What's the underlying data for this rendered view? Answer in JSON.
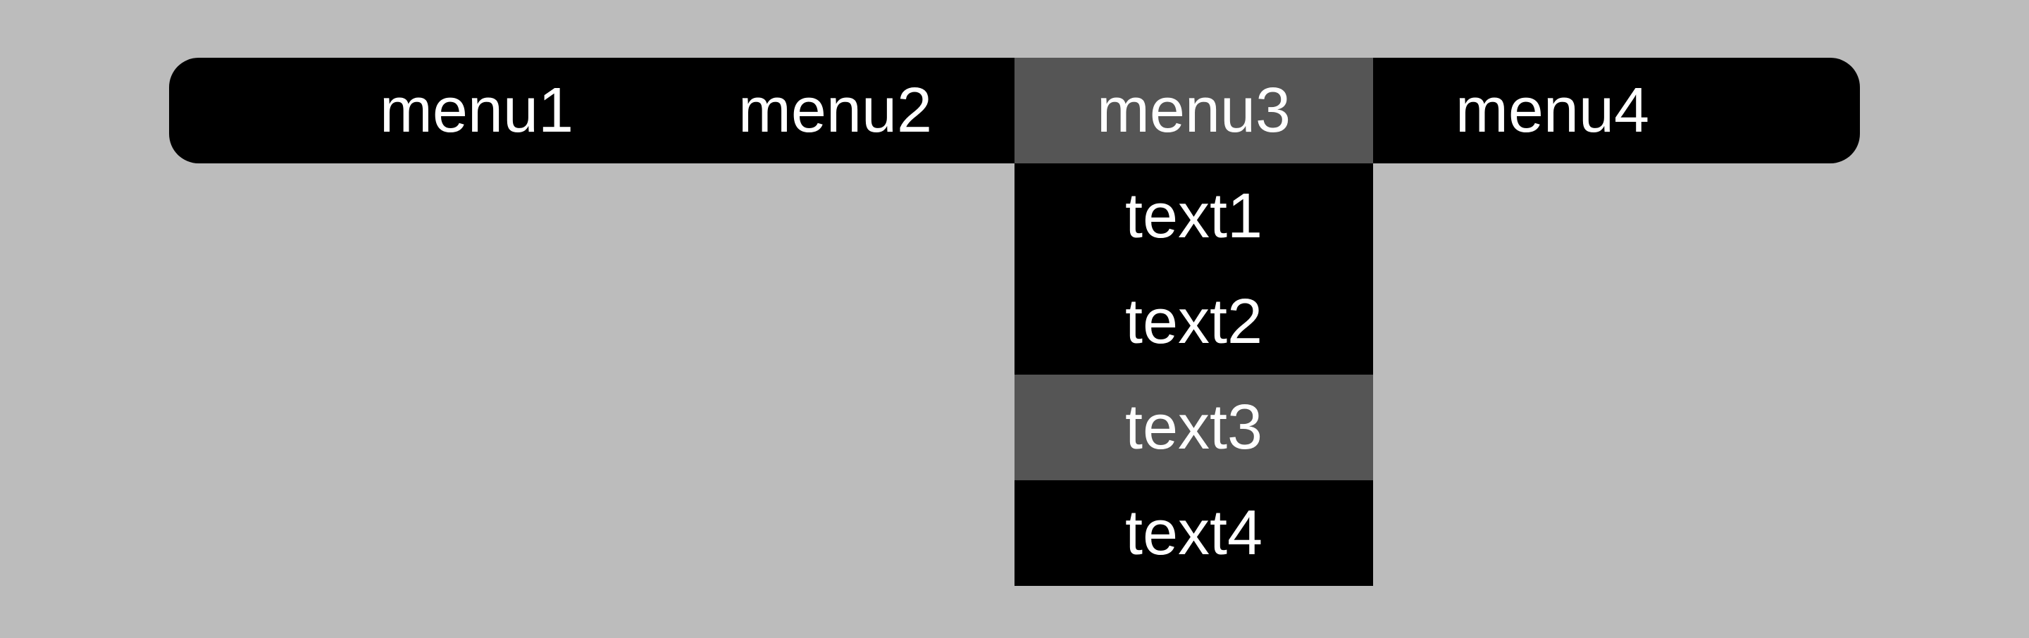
{
  "colors": {
    "page-bg": "#bcbcbc",
    "bar-bg": "#000000",
    "highlight-bg": "#555555",
    "item-text": "#ffffff"
  },
  "menubar": {
    "active_item": "menu3",
    "items": [
      {
        "label": "menu1",
        "active": false,
        "expanded": false
      },
      {
        "label": "menu2",
        "active": false,
        "expanded": false
      },
      {
        "label": "menu3",
        "active": true,
        "expanded": true
      },
      {
        "label": "menu4",
        "active": false,
        "expanded": false
      }
    ]
  },
  "dropdown": {
    "parent": "menu3",
    "active_item": "text3",
    "items": [
      {
        "label": "text1",
        "active": false
      },
      {
        "label": "text2",
        "active": false
      },
      {
        "label": "text3",
        "active": true
      },
      {
        "label": "text4",
        "active": false
      }
    ]
  }
}
